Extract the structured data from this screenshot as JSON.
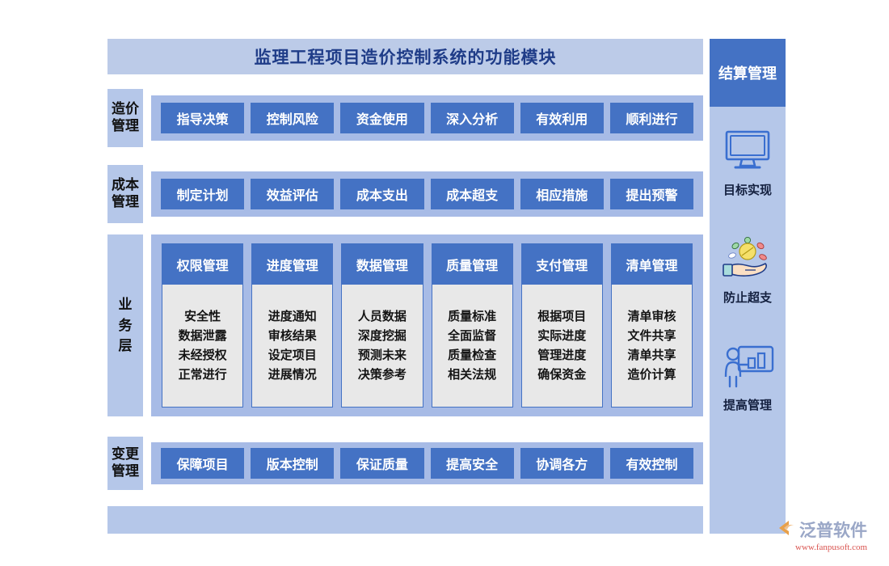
{
  "title": "监理工程项目造价控制系统的功能模块",
  "colors": {
    "accent": "#4472c4",
    "band": "#a7bbe6",
    "label_bg": "#b5c7e9",
    "title_bg": "#bccbe8",
    "card_body": "#e8e8e8",
    "logo_url": "#d9534f"
  },
  "rows": [
    {
      "label_lines": [
        "造价",
        "管理"
      ],
      "chips": [
        "指导决策",
        "控制风险",
        "资金使用",
        "深入分析",
        "有效利用",
        "顺利进行"
      ]
    },
    {
      "label_lines": [
        "成本",
        "管理"
      ],
      "chips": [
        "制定计划",
        "效益评估",
        "成本支出",
        "成本超支",
        "相应措施",
        "提出预警"
      ]
    },
    {
      "label_lines": [
        "变更",
        "管理"
      ],
      "chips": [
        "保障项目",
        "版本控制",
        "保证质量",
        "提高安全",
        "协调各方",
        "有效控制"
      ]
    }
  ],
  "business_layer": {
    "label_lines": [
      "业",
      "务",
      "层"
    ],
    "cards": [
      {
        "header": "权限管理",
        "items": [
          "安全性",
          "数据泄露",
          "未经授权",
          "正常进行"
        ]
      },
      {
        "header": "进度管理",
        "items": [
          "进度通知",
          "审核结果",
          "设定项目",
          "进展情况"
        ]
      },
      {
        "header": "数据管理",
        "items": [
          "人员数据",
          "深度挖掘",
          "预测未来",
          "决策参考"
        ]
      },
      {
        "header": "质量管理",
        "items": [
          "质量标准",
          "全面监督",
          "质量检查",
          "相关法规"
        ]
      },
      {
        "header": "支付管理",
        "items": [
          "根据项目",
          "实际进度",
          "管理进度",
          "确保资金"
        ]
      },
      {
        "header": "清单管理",
        "items": [
          "清单审核",
          "文件共享",
          "清单共享",
          "造价计算"
        ]
      }
    ]
  },
  "sidebar": {
    "header": "结算管理",
    "items": [
      {
        "label": "目标实现",
        "icon": "monitor-icon"
      },
      {
        "label": "防止超支",
        "icon": "hand-coins-icon"
      },
      {
        "label": "提高管理",
        "icon": "person-chart-icon"
      }
    ]
  },
  "logo": {
    "name": "泛普软件",
    "url": "www.fanpusoft.com",
    "mark": "swoosh-logo-icon"
  }
}
